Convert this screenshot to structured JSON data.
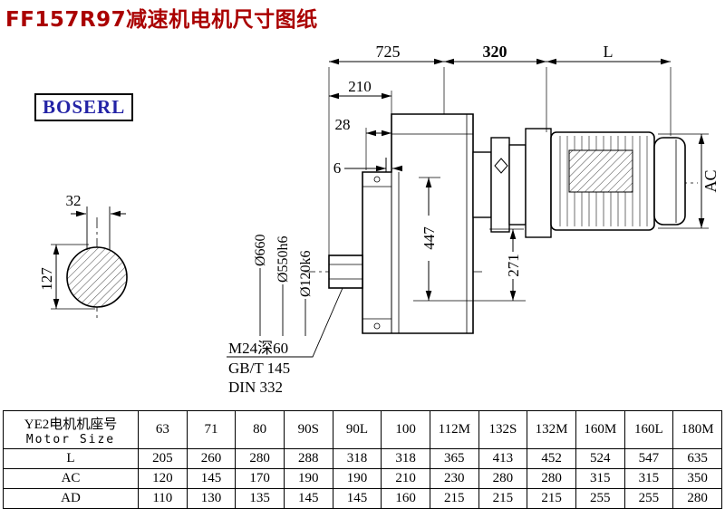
{
  "page": {
    "title": "FF157R97减速机电机尺寸图纸",
    "logo": "BOSERL"
  },
  "drawing": {
    "dim_725": "725",
    "dim_320": "320",
    "dim_L": "L",
    "dim_210": "210",
    "dim_28": "28",
    "dim_6": "6",
    "dim_447": "447",
    "dim_271": "271",
    "dim_AC": "AC",
    "dim_32": "32",
    "dim_127": "127",
    "dia_660": "Ø660",
    "dia_550": "Ø550h6",
    "dia_120": "Ø120k6",
    "thread_note": "M24深60",
    "standard_gb": "GB/T 145",
    "standard_din": "DIN 332"
  },
  "table": {
    "row_header_title": "YE2电机机座号",
    "row_header_subtitle": "Motor Size",
    "columns": [
      "63",
      "71",
      "80",
      "90S",
      "90L",
      "100",
      "112M",
      "132S",
      "132M",
      "160M",
      "160L",
      "180M"
    ],
    "rows": [
      {
        "label": "L",
        "values": [
          "205",
          "260",
          "280",
          "288",
          "318",
          "318",
          "365",
          "413",
          "452",
          "524",
          "547",
          "635"
        ]
      },
      {
        "label": "AC",
        "values": [
          "120",
          "145",
          "170",
          "190",
          "190",
          "210",
          "230",
          "280",
          "280",
          "315",
          "315",
          "350"
        ]
      },
      {
        "label": "AD",
        "values": [
          "110",
          "130",
          "135",
          "145",
          "145",
          "160",
          "215",
          "215",
          "215",
          "255",
          "255",
          "280"
        ]
      }
    ]
  }
}
